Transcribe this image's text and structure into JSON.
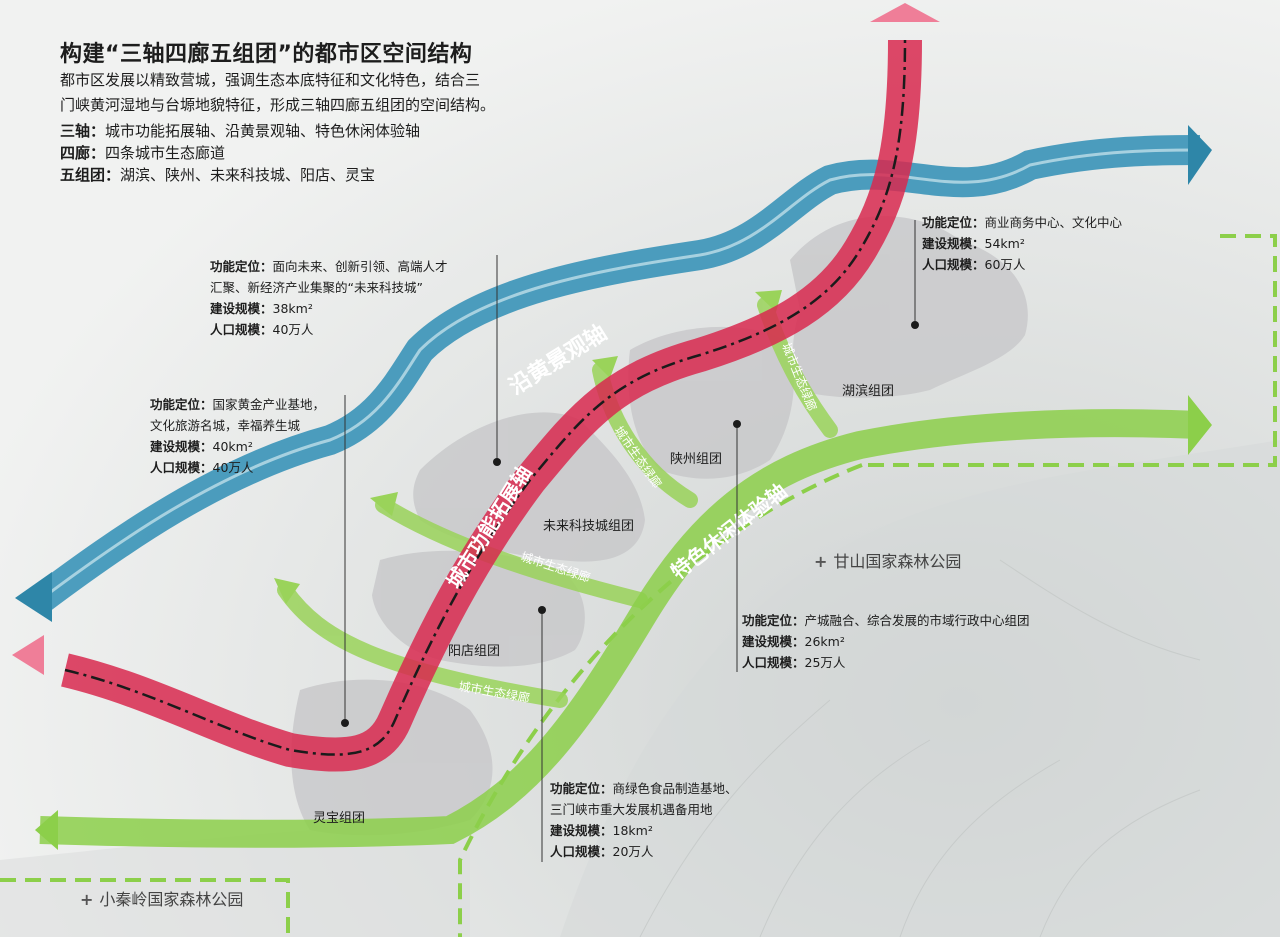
{
  "title": "构建“三轴四廊五组团”的都市区空间结构",
  "intro": {
    "line1": "都市区发展以精致营城，强调生态本底特征和文化特色，结合三",
    "line2": "门峡黄河湿地与台塬地貌特征，形成三轴四廊五组团的空间结构。"
  },
  "definitions": [
    {
      "term": "三轴：",
      "text": "城市功能拓展轴、沿黄景观轴、特色休闲体验轴"
    },
    {
      "term": "四廊：",
      "text": "四条城市生态廊道"
    },
    {
      "term": "五组团：",
      "text": "湖滨、陕州、未来科技城、阳店、灵宝"
    }
  ],
  "axes": {
    "yellow_river": "沿黄景观轴",
    "urban_function": "城市功能拓展轴",
    "leisure": "特色休闲体验轴",
    "corridor": "城市生态绿廊"
  },
  "groups": {
    "hubin": "湖滨组团",
    "shanzhou": "陕州组团",
    "weilai": "未来科技城组团",
    "yangdian": "阳店组团",
    "lingbao": "灵宝组团"
  },
  "parks": {
    "ganshan": "甘山国家森林公园",
    "xiaoqinling": "小秦岭国家森林公园"
  },
  "info_boxes": {
    "hubin": {
      "func_label": "功能定位：",
      "func": "商业商务中心、文化中心",
      "area_label": "建设规模：",
      "area": "54km²",
      "pop_label": "人口规模：",
      "pop": "60万人"
    },
    "weilai": {
      "func_label": "功能定位：",
      "func": "面向未来、创新引领、高端人才",
      "func2": "汇聚、新经济产业集聚的“未来科技城”",
      "area_label": "建设规模：",
      "area": "38km²",
      "pop_label": "人口规模：",
      "pop": "40万人"
    },
    "lingbao": {
      "func_label": "功能定位：",
      "func": "国家黄金产业基地，",
      "func2": "文化旅游名城，幸福养生城",
      "area_label": "建设规模：",
      "area": "40km²",
      "pop_label": "人口规模：",
      "pop": "40万人"
    },
    "shanzhou": {
      "func_label": "功能定位：",
      "func": "产城融合、综合发展的市域行政中心组团",
      "area_label": "建设规模：",
      "area": "26km²",
      "pop_label": "人口规模：",
      "pop": "25万人"
    },
    "yangdian": {
      "func_label": "功能定位：",
      "func": "商绿色食品制造基地、",
      "func2": "三门峡市重大发展机遇备用地",
      "area_label": "建设规模：",
      "area": "18km²",
      "pop_label": "人口规模：",
      "pop": "20万人"
    }
  },
  "colors": {
    "yellow_river_axis": "#3a94b8",
    "urban_axis": "#d8294f",
    "green_axis": "#8ccf4a",
    "group_fill": "#c9c9cb",
    "park_boundary": "#8ccf4a"
  }
}
